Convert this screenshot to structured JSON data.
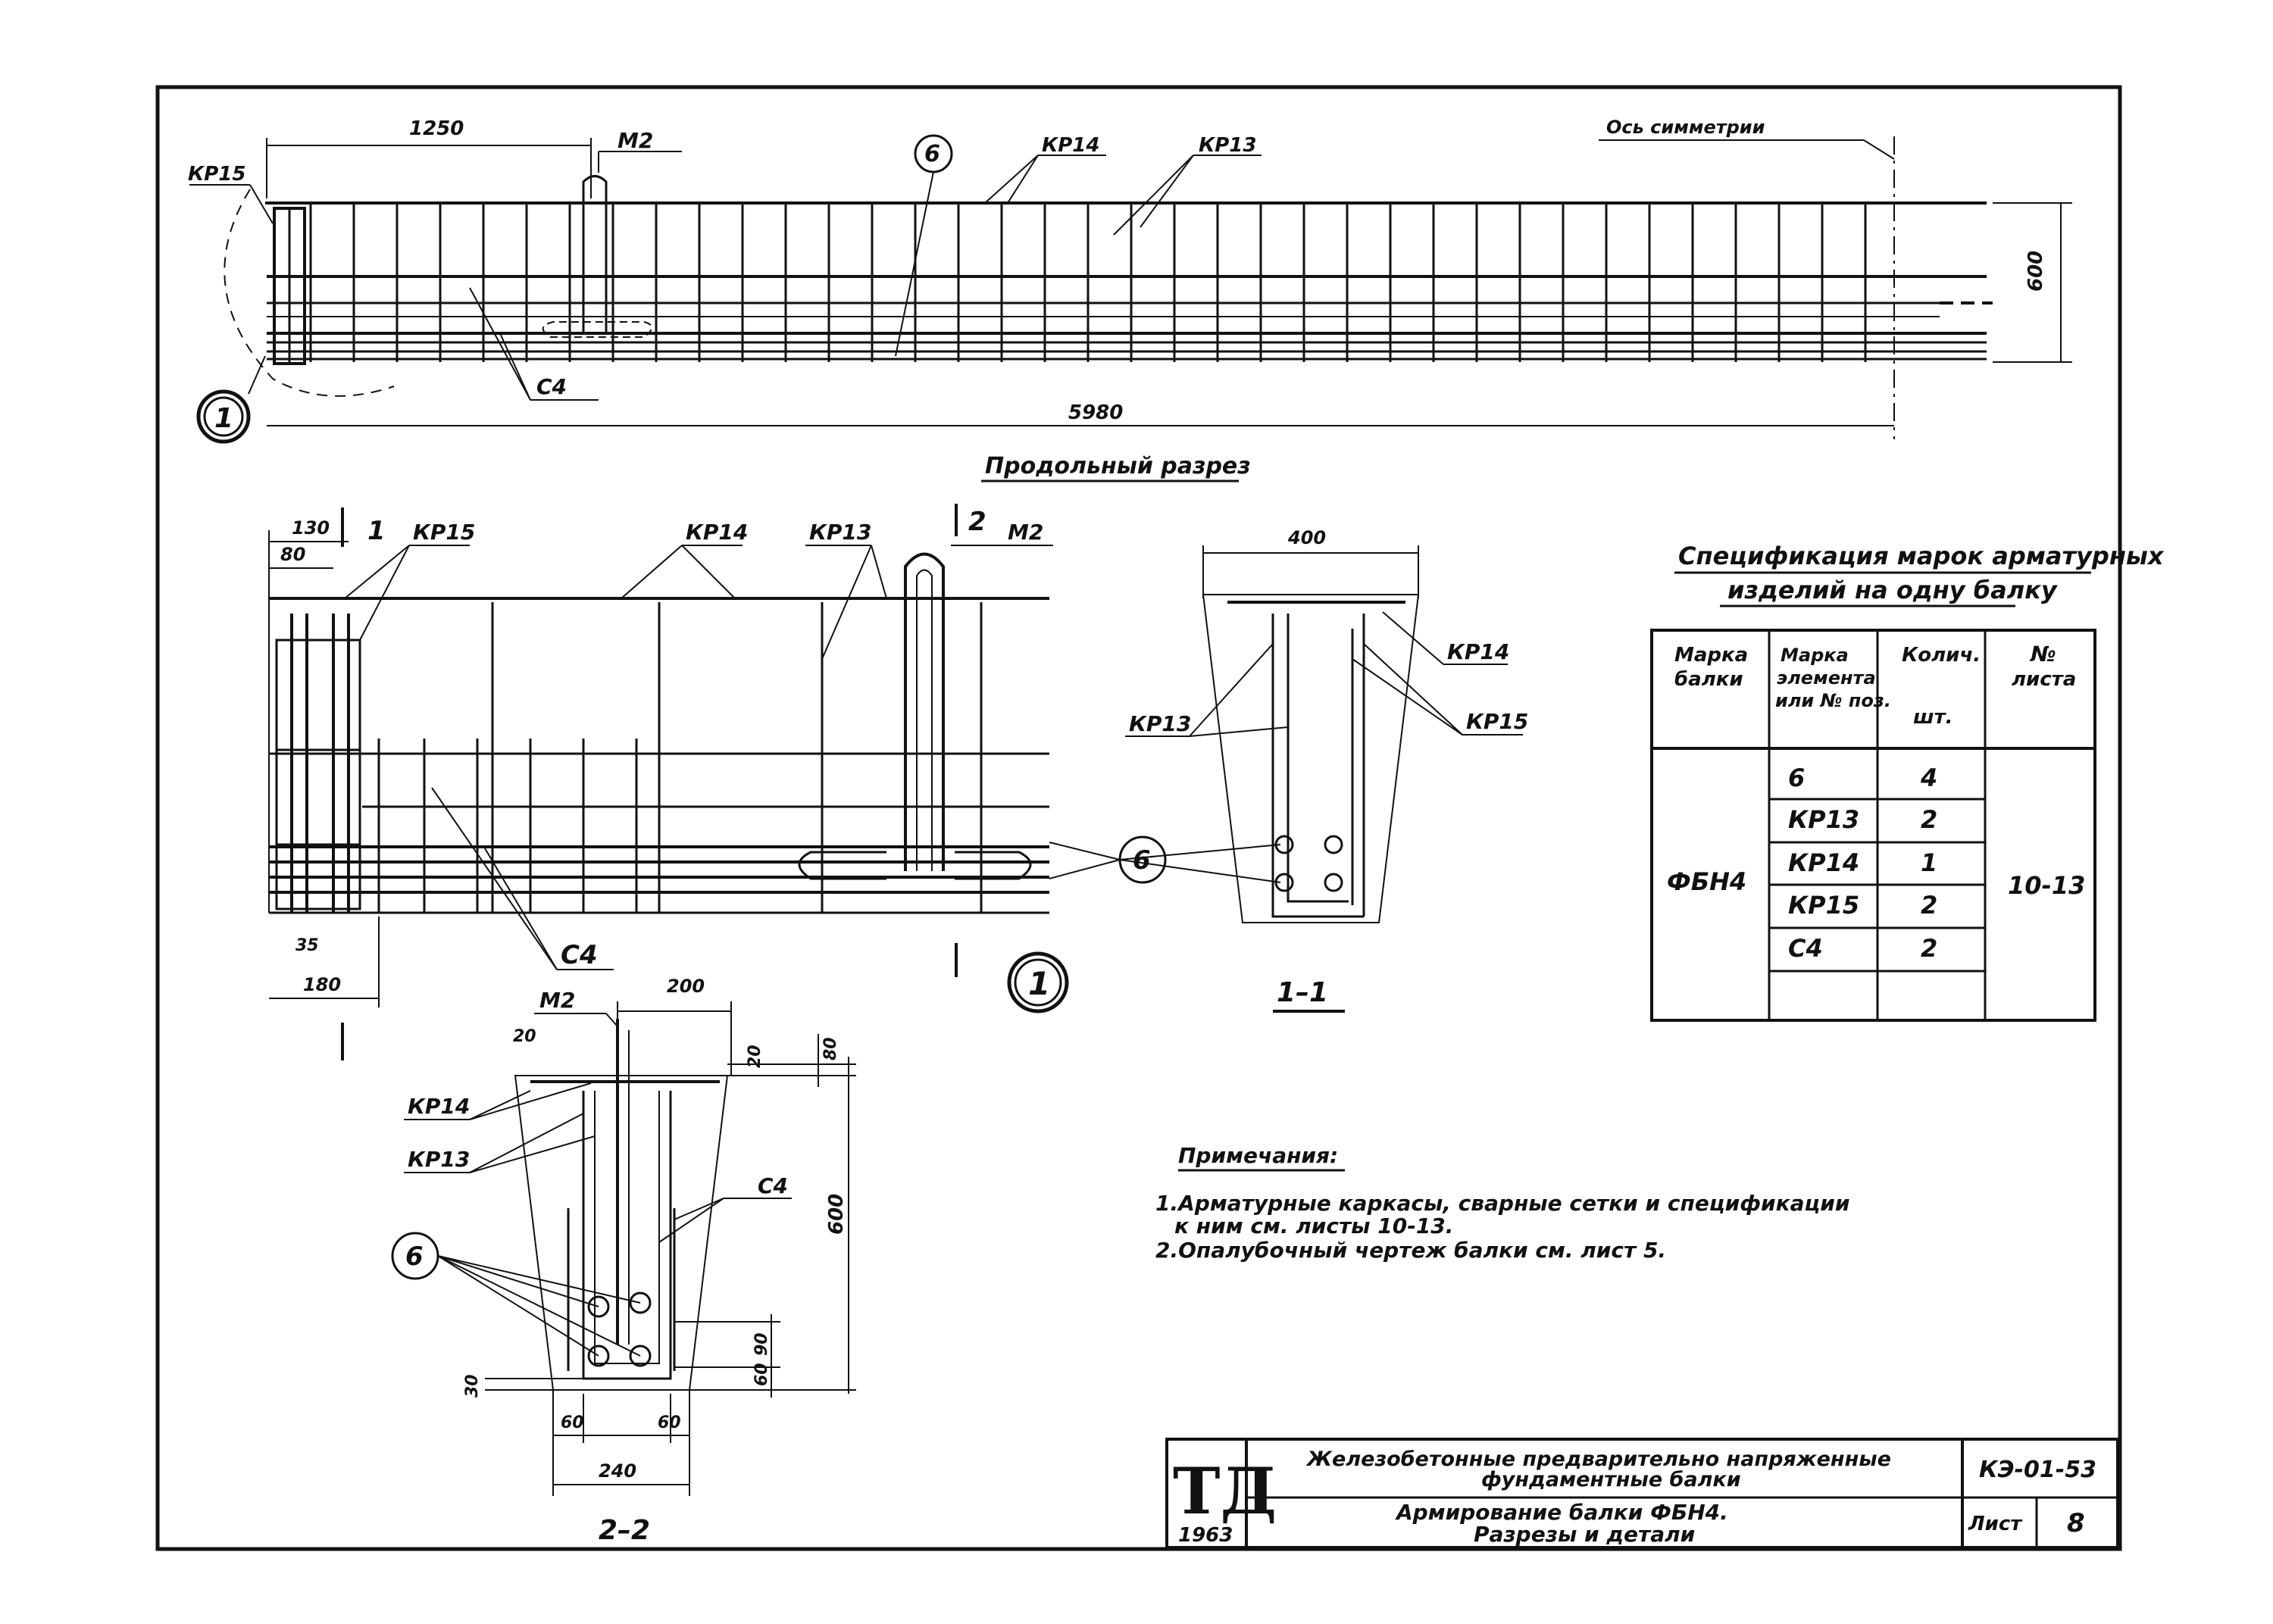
{
  "top_view": {
    "dim_1250": "1250",
    "dim_5980": "5980",
    "dim_600": "600",
    "axis_note": "Ось симметрии",
    "labels": {
      "kr15": "КР15",
      "m2": "М2",
      "kr14": "КР14",
      "kr13": "КР13",
      "c4": "С4",
      "six": "6",
      "one": "1"
    },
    "title": "Продольный разрез"
  },
  "detail_view": {
    "dim_130": "130",
    "dim_80": "80",
    "dim_35": "35",
    "dim_180": "180",
    "kr15": "КР15",
    "kr14": "КР14",
    "kr13": "КР13",
    "m2": "М2",
    "c4": "С4",
    "six": "6",
    "one": "1",
    "cut1": "1",
    "cut2": "2"
  },
  "section_1_1": {
    "dim_400": "400",
    "kr14": "КР14",
    "kr13": "КР13",
    "kr15": "КР15",
    "six": "6",
    "title": "1–1"
  },
  "section_2_2": {
    "m2": "М2",
    "dim_200": "200",
    "dim_20a": "20",
    "dim_20b": "20",
    "dim_80": "80",
    "kr14": "КР14",
    "kr13": "КР13",
    "c4": "С4",
    "six": "6",
    "dim_600": "600",
    "dim_90": "90",
    "dim_60v": "60",
    "dim_30": "30",
    "dim_60a": "60",
    "dim_60b": "60",
    "dim_240": "240",
    "title": "2–2"
  },
  "spec": {
    "title1": "Спецификация марок арматурных",
    "title2": "изделий на одну балку",
    "headers": {
      "beam1": "Марка",
      "beam2": "балки",
      "el1": "Марка",
      "el2": "элемента",
      "el3": "или № поз.",
      "qty1": "Колич.",
      "qty2": "шт.",
      "sheet1": "№",
      "sheet2": "листа"
    },
    "beam": "ФБН4",
    "sheets": "10-13",
    "rows": [
      {
        "el": "6",
        "qty": "4"
      },
      {
        "el": "КР13",
        "qty": "2"
      },
      {
        "el": "КР14",
        "qty": "1"
      },
      {
        "el": "КР15",
        "qty": "2"
      },
      {
        "el": "С4",
        "qty": "2"
      }
    ]
  },
  "notes": {
    "title": "Примечания:",
    "line1": "1.Арматурные каркасы, сварные сетки и спецификации",
    "line2": "к ним см. листы 10-13.",
    "line3": "2.Опалубочный чертеж балки см. лист 5."
  },
  "title_block": {
    "logo": "ТД",
    "year": "1963",
    "name1": "Железобетонные предварительно напряженные",
    "name2": "фундаментные балки",
    "sub1": "Армирование балки ФБН4.",
    "sub2": "Разрезы и детали",
    "code": "КЭ-01-53",
    "sheet_label": "Лист",
    "sheet_no": "8"
  }
}
